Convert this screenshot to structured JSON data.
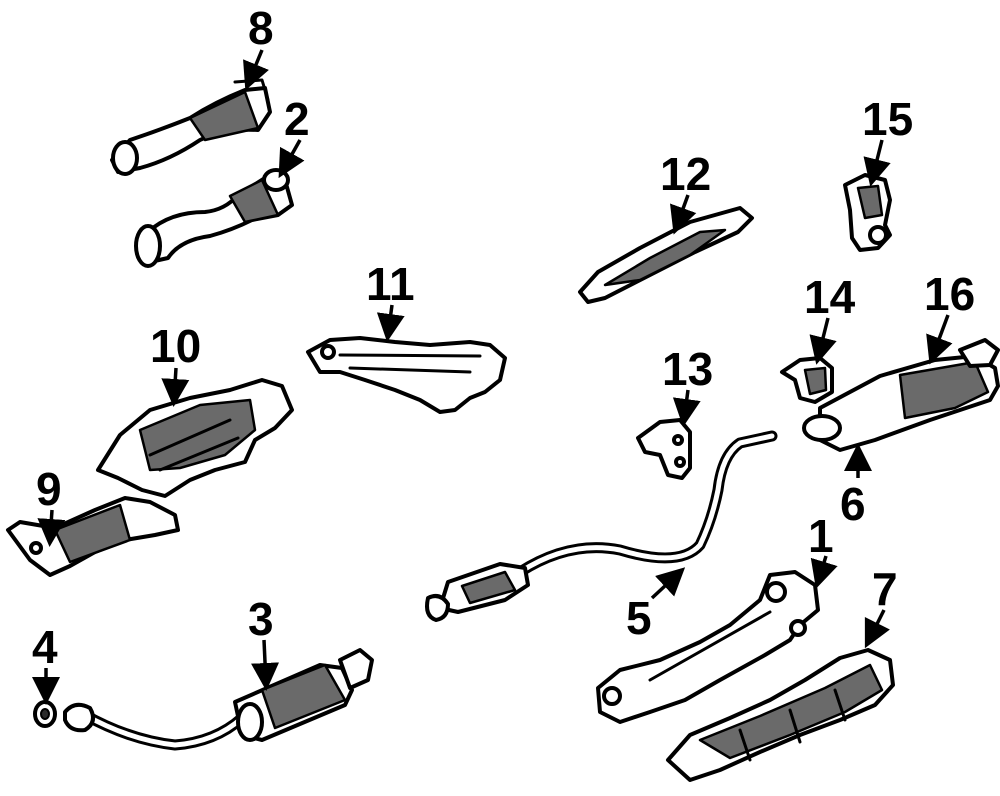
{
  "diagram": {
    "callouts": [
      "1",
      "2",
      "3",
      "4",
      "5",
      "6",
      "7",
      "8",
      "9",
      "10",
      "11",
      "12",
      "13",
      "14",
      "15",
      "16"
    ]
  }
}
